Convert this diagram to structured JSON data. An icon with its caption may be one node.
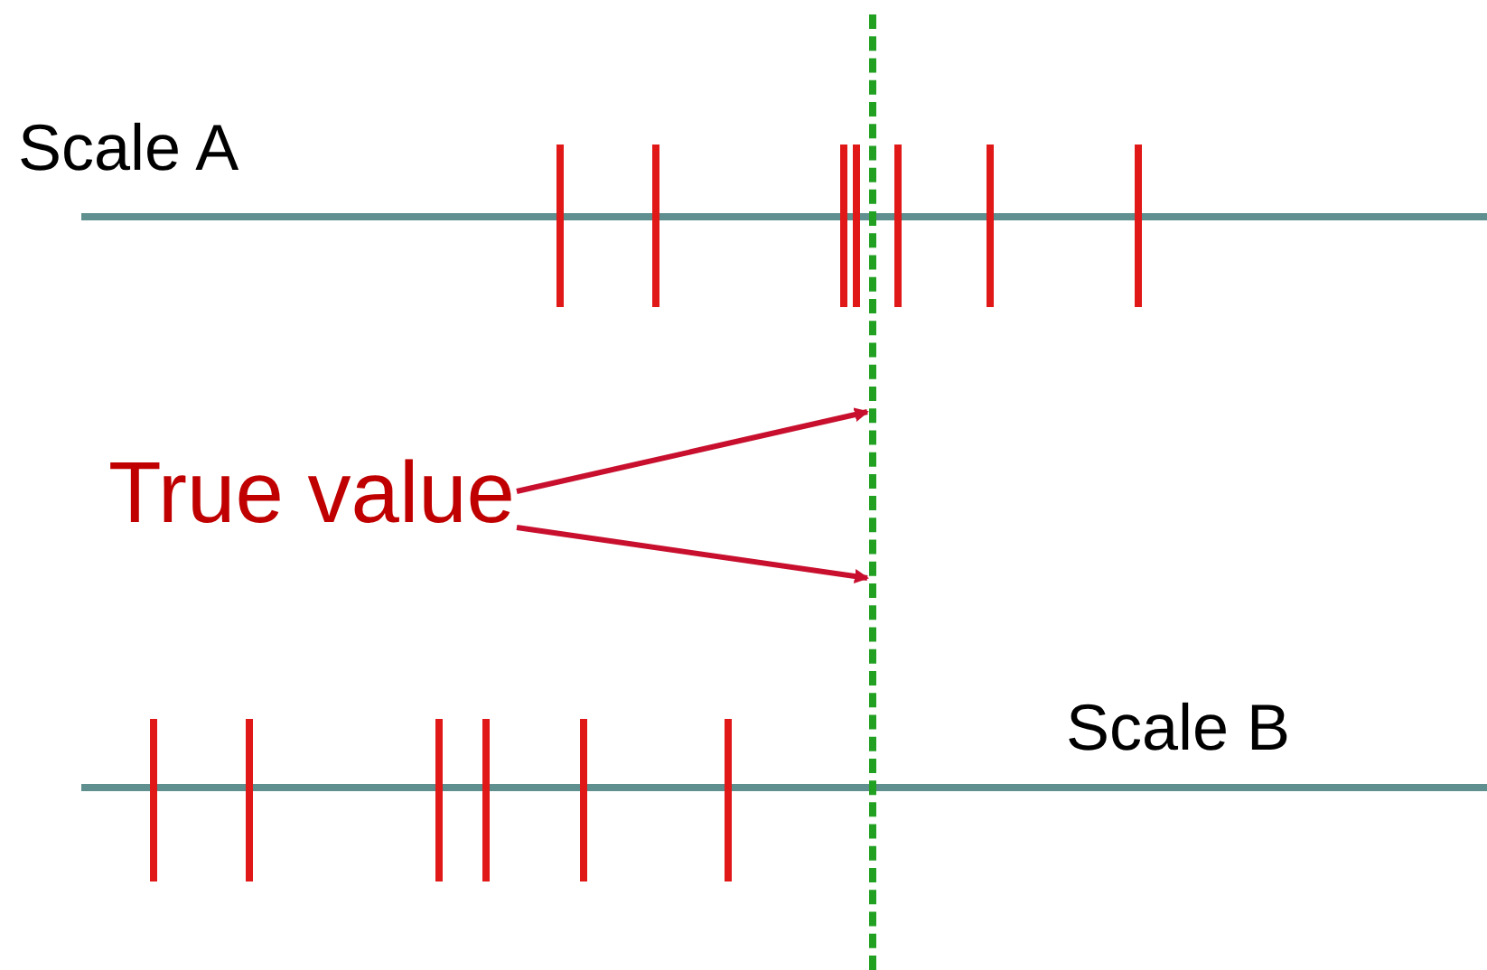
{
  "diagram": {
    "nodes": [
      {
        "text": [
          "True value"
        ]
      },
      {
        "text": [],
        "shape": "line"
      }
    ],
    "edges": [
      {
        "from": 0,
        "to": 1,
        "arrow": "to"
      },
      {
        "from": 0,
        "to": 1,
        "arrow": "to"
      }
    ],
    "labels": [
      "Scale A",
      "Scale B"
    ]
  }
}
